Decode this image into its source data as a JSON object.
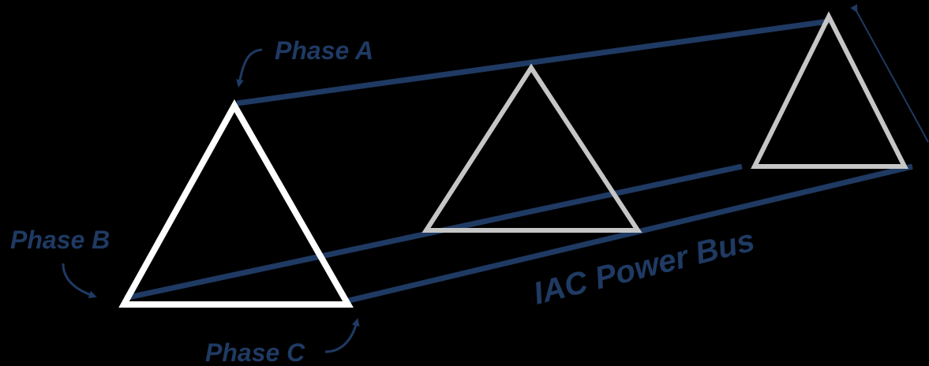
{
  "labels": {
    "phase_a": "Phase A",
    "phase_b": "Phase B",
    "phase_c": "Phase C",
    "bus": "IAC Power Bus"
  },
  "colors": {
    "background": "#000000",
    "bus_line": "#1f3a63",
    "label_text": "#1f3a63",
    "front_triangle": "#ffffff",
    "rear_triangles": "#c6c6c6"
  }
}
